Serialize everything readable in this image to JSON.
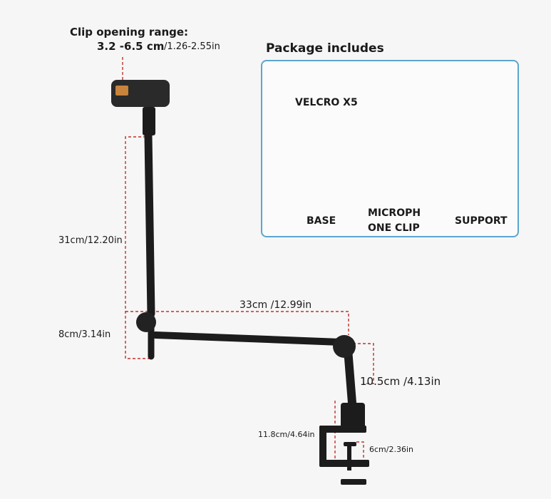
{
  "dimensions": {
    "clip_range_title": "Clip opening range:",
    "clip_range_cm": "3.2 -6.5 cm",
    "clip_range_in": "/1.26-2.55in",
    "upper_arm": "31cm/12.20in",
    "lower_vertical": "8cm/3.14in",
    "horizontal_arm": "33cm /12.99in",
    "elbow_drop": "10.5cm /4.13in",
    "clamp_height": "11.8cm/4.64in",
    "clamp_opening": "6cm/2.36in"
  },
  "package": {
    "title": "Package includes",
    "velcro": "VELCRO X5",
    "base": "BASE",
    "mic_clip_line1": "MICROPH",
    "mic_clip_line2": "ONE CLIP",
    "support": "SUPPORT"
  },
  "colors": {
    "dimension_line": "#c0302b",
    "panel_border": "#5aa6cf",
    "arm": "#1c1c1c"
  }
}
